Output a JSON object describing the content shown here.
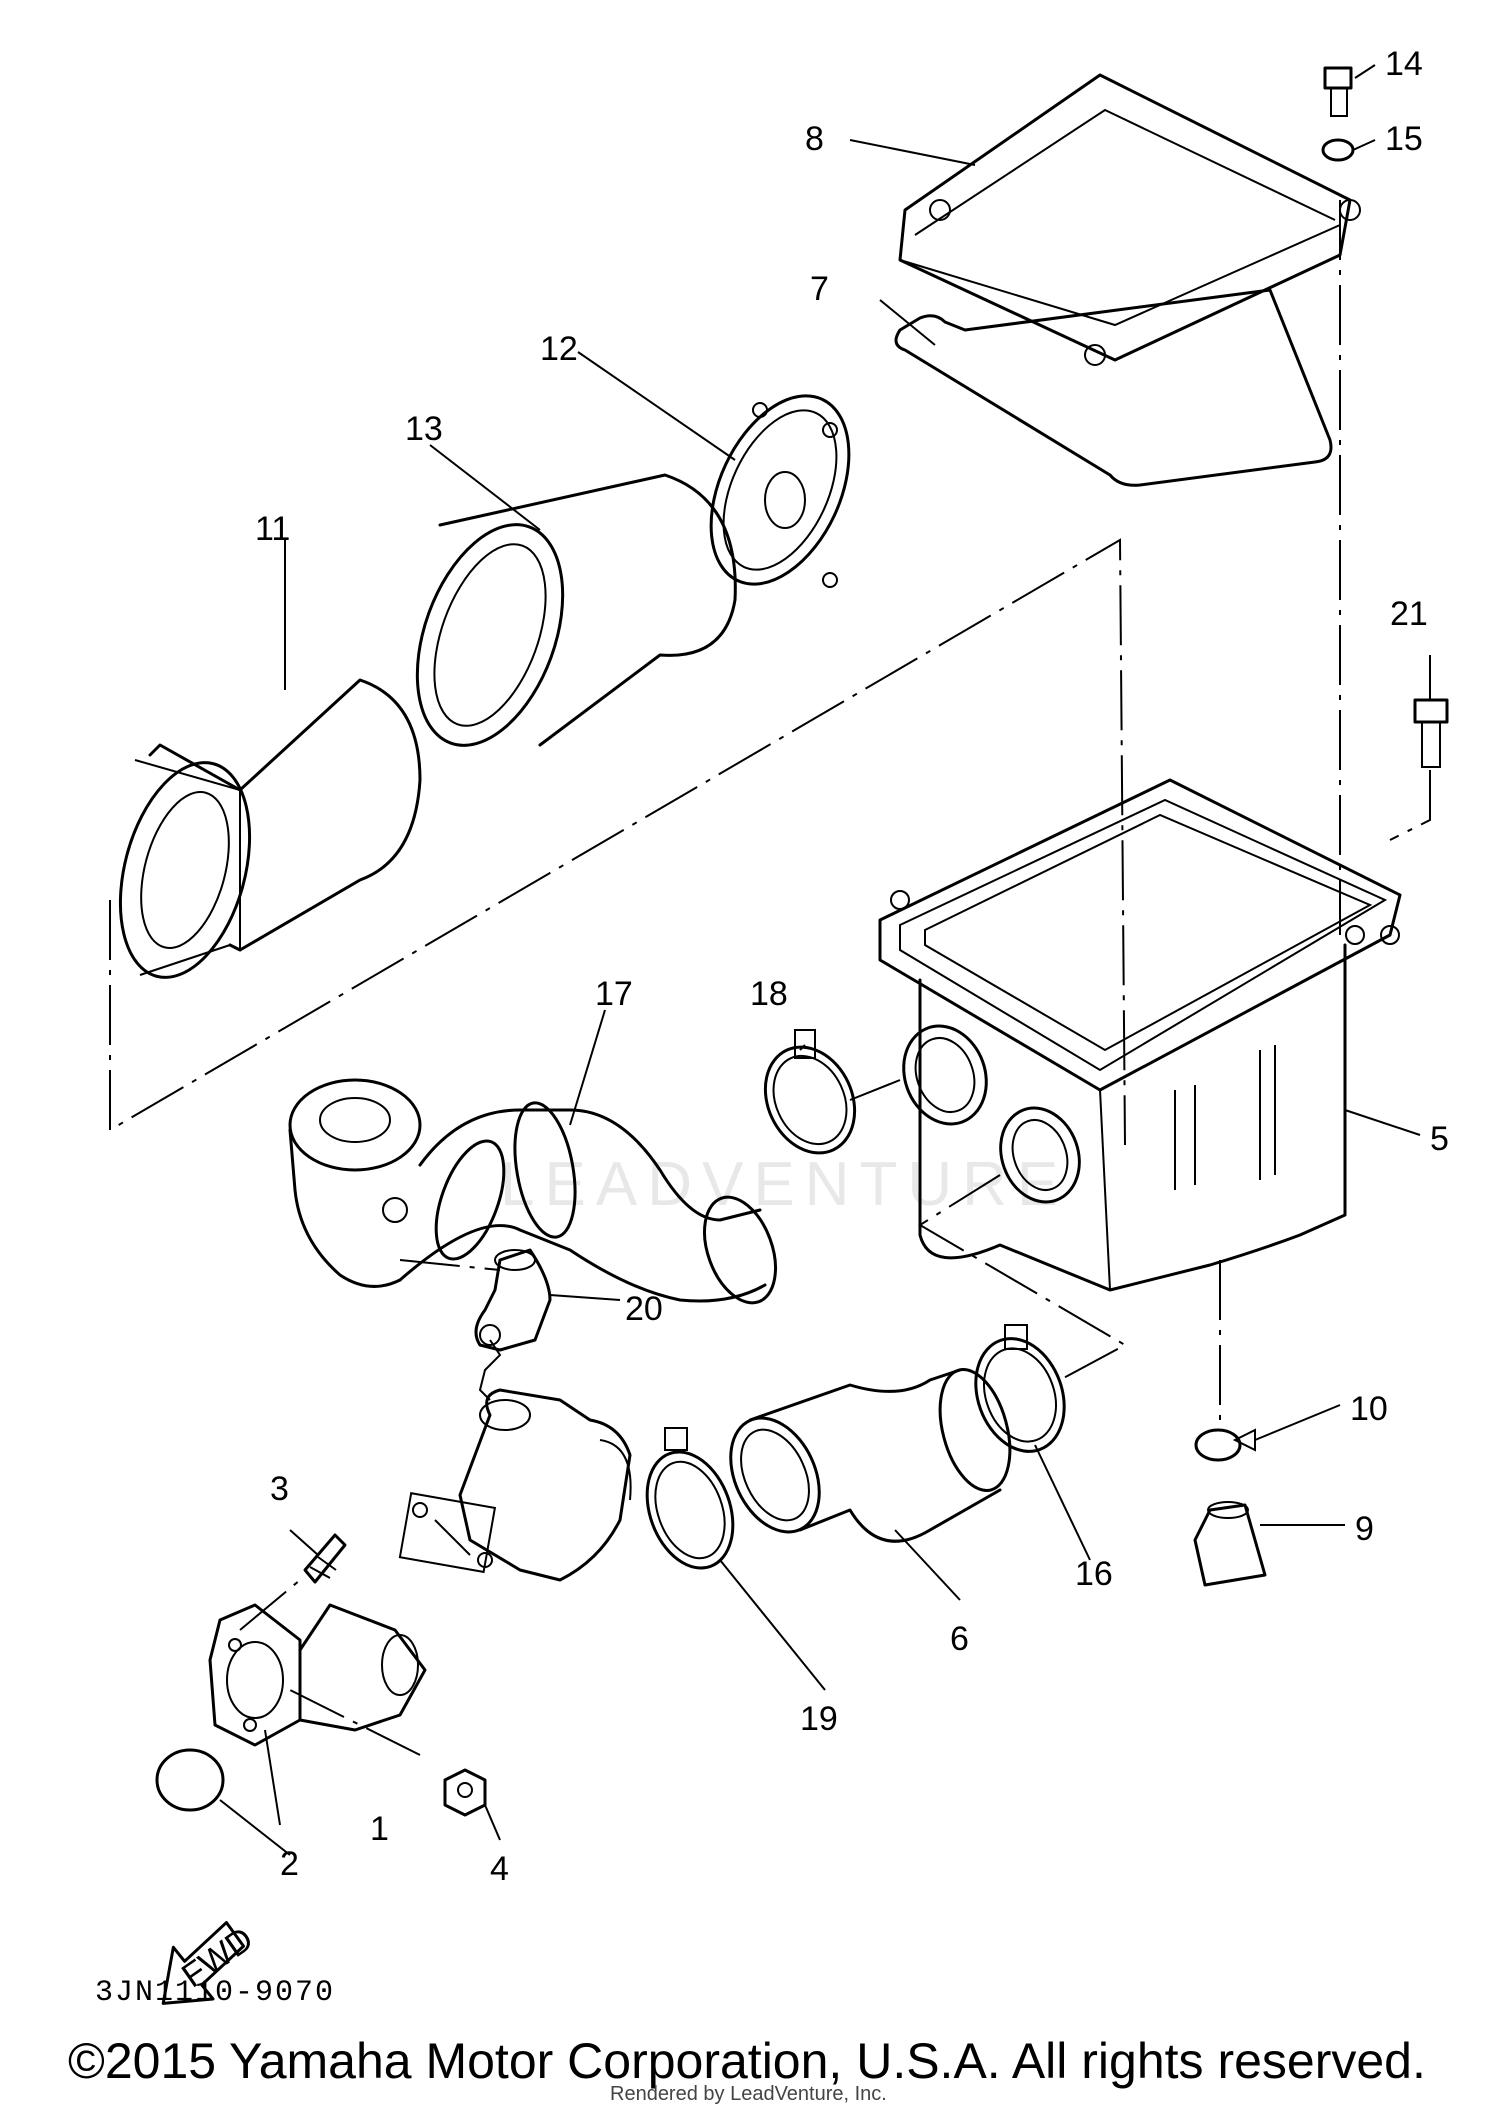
{
  "callouts": [
    "1",
    "2",
    "3",
    "4",
    "5",
    "6",
    "7",
    "8",
    "9",
    "10",
    "11",
    "12",
    "13",
    "14",
    "15",
    "16",
    "17",
    "18",
    "19",
    "20",
    "21"
  ],
  "fwd_label": "FWD",
  "diagram_code": "3JN1110-9070",
  "watermark": "LEADVENTURE",
  "copyright": "©2015 Yamaha Motor Corporation, U.S.A. All rights reserved.",
  "rendered_by": "Rendered by LeadVenture, Inc."
}
